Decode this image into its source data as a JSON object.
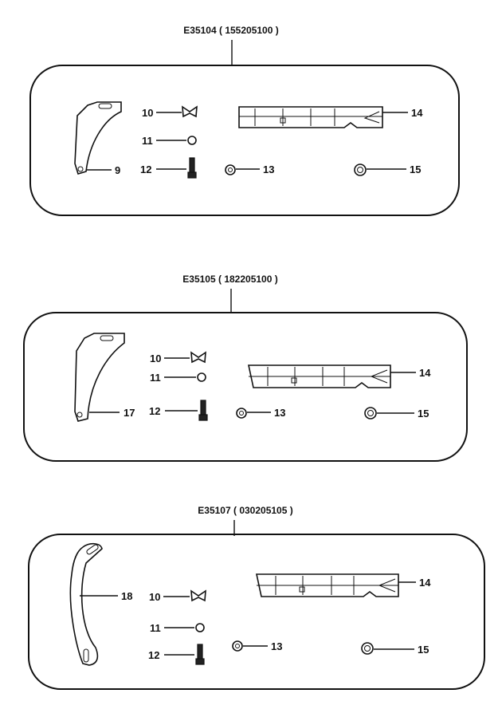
{
  "kits": [
    {
      "code": "E35104 ( 155205100 )",
      "parts": {
        "bracket": "9",
        "wingnut": "10",
        "washer": "11",
        "bolt": "12",
        "ring": "13",
        "bar": "14",
        "nut": "15"
      }
    },
    {
      "code": "E35105 ( 182205100 )",
      "parts": {
        "bracket": "17",
        "wingnut": "10",
        "washer": "11",
        "bolt": "12",
        "ring": "13",
        "bar": "14",
        "nut": "15"
      }
    },
    {
      "code": "E35107 ( 030205105 )",
      "parts": {
        "bracket": "18",
        "wingnut": "10",
        "washer": "11",
        "bolt": "12",
        "ring": "13",
        "bar": "14",
        "nut": "15"
      }
    }
  ]
}
